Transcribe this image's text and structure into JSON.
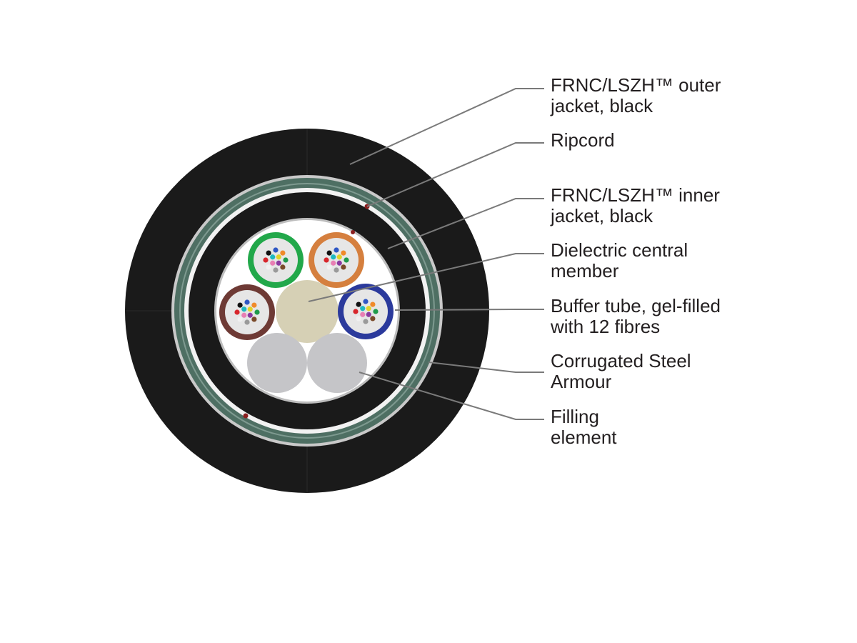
{
  "labels": [
    {
      "id": "outer-jacket",
      "lines": [
        "FRNC/LSZH™ outer",
        "jacket, black"
      ]
    },
    {
      "id": "ripcord",
      "lines": [
        "Ripcord"
      ]
    },
    {
      "id": "inner-jacket",
      "lines": [
        "FRNC/LSZH™ inner",
        "jacket, black"
      ]
    },
    {
      "id": "central-member",
      "lines": [
        "Dielectric central",
        "member"
      ]
    },
    {
      "id": "buffer-tube",
      "lines": [
        "Buffer tube, gel-filled",
        "with 12 fibres"
      ]
    },
    {
      "id": "steel-armour",
      "lines": [
        "Corrugated Steel",
        "Armour"
      ]
    },
    {
      "id": "filling-element",
      "lines": [
        "Filling",
        "element"
      ]
    }
  ],
  "colors": {
    "jacket": "#1a1a1a",
    "armour": "#4e6f63",
    "core_background": "#ffffff",
    "central_member": "#d6d0b5",
    "filling_element": "#c5c5c8",
    "tube_green": "#22a84a",
    "tube_orange": "#d57f3e",
    "tube_brown": "#6e3a35",
    "tube_blue": "#2b3a9c",
    "ripcord": "#8b1f1f",
    "leader_line": "#7a7a7a"
  },
  "fibre_colors": [
    "#2f57c4",
    "#f08a2a",
    "#1f9a4a",
    "#7a4a2a",
    "#9a9a9a",
    "#f0f0f0",
    "#d7262c",
    "#111111",
    "#e0d22a",
    "#8a3aa0",
    "#e87fb4",
    "#1fb8c0"
  ]
}
